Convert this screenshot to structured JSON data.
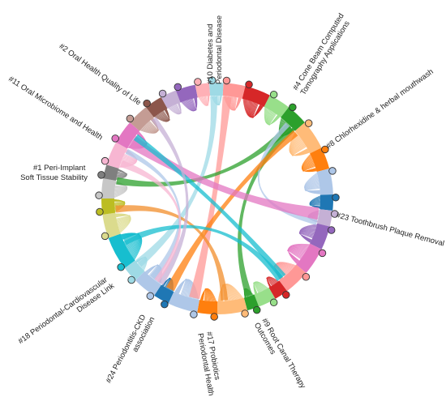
{
  "diagram": {
    "type": "chord",
    "labels": [
      {
        "id": "diabetes",
        "lines": [
          "#10 Diabetes and",
          "Periodontal Disease"
        ],
        "color": "#e8434f"
      },
      {
        "id": "cbct",
        "lines": [
          "#4 Cone Beam Computed",
          "Tomography Applications"
        ],
        "color": "#2ca02c"
      },
      {
        "id": "chlorhex",
        "lines": [
          "#8 Chlorhexidine & herbal mouthwash"
        ],
        "color": "#ff7f0e"
      },
      {
        "id": "toothbrush",
        "lines": [
          "#23 Toothbrush Plaque Removal"
        ],
        "color": "#9467bd"
      },
      {
        "id": "rootcanal",
        "lines": [
          "#9 Root Canal Therapy",
          "Outcomes"
        ],
        "color": "#f28e2b"
      },
      {
        "id": "probiotics",
        "lines": [
          "#17 Probiotics",
          "Periodontal Health"
        ],
        "color": "#aec7e8"
      },
      {
        "id": "ckd",
        "lines": [
          "#24 Periodontitis-CKD",
          "association"
        ],
        "color": "#1f77b4"
      },
      {
        "id": "cardio",
        "lines": [
          "#18 Periodontal-Cardiovascular",
          "Disease Link"
        ],
        "color": "#17becf"
      },
      {
        "id": "implant",
        "lines": [
          "#1 Peri-Implant",
          "Soft Tissue Stability"
        ],
        "color": "#7f7f7f"
      },
      {
        "id": "microbiome",
        "lines": [
          "#11 Oral Microbiome and Health"
        ],
        "color": "#e377c2"
      },
      {
        "id": "qol",
        "lines": [
          "#2 Oral Health Quality of Life"
        ],
        "color": "#8c564b"
      }
    ],
    "arcs": [
      {
        "from": 3,
        "to": 14,
        "color": "#ff9896"
      },
      {
        "from": 14,
        "to": 27,
        "color": "#d62728"
      },
      {
        "from": 27,
        "to": 38,
        "color": "#98df8a"
      },
      {
        "from": 38,
        "to": 49,
        "color": "#2ca02c"
      },
      {
        "from": 49,
        "to": 64,
        "color": "#ffbb78"
      },
      {
        "from": 64,
        "to": 75,
        "color": "#ff7f0e"
      },
      {
        "from": 75,
        "to": 88,
        "color": "#aec7e8"
      },
      {
        "from": 88,
        "to": 96,
        "color": "#1f77b4"
      },
      {
        "from": 96,
        "to": 104,
        "color": "#c5b0d5"
      },
      {
        "from": 104,
        "to": 116,
        "color": "#9467bd"
      },
      {
        "from": 116,
        "to": 130,
        "color": "#e377c2"
      },
      {
        "from": 130,
        "to": 143,
        "color": "#ff9896"
      },
      {
        "from": 143,
        "to": 150,
        "color": "#d62728"
      },
      {
        "from": 150,
        "to": 159,
        "color": "#98df8a"
      },
      {
        "from": 159,
        "to": 165,
        "color": "#2ca02c"
      },
      {
        "from": 165,
        "to": 180,
        "color": "#ffbb78"
      },
      {
        "from": 180,
        "to": 190,
        "color": "#ff7f0e"
      },
      {
        "from": 190,
        "to": 205,
        "color": "#aec7e8"
      },
      {
        "from": 205,
        "to": 213,
        "color": "#1f77b4"
      },
      {
        "from": 213,
        "to": 225,
        "color": "#aec7e8"
      },
      {
        "from": 225,
        "to": 233,
        "color": "#9edae5"
      },
      {
        "from": 233,
        "to": 250,
        "color": "#17becf"
      },
      {
        "from": 250,
        "to": 262,
        "color": "#dbdb8d"
      },
      {
        "from": 262,
        "to": 270,
        "color": "#bcbd22"
      },
      {
        "from": 270,
        "to": 280,
        "color": "#c7c7c7"
      },
      {
        "from": 280,
        "to": 287,
        "color": "#7f7f7f"
      },
      {
        "from": 287,
        "to": 299,
        "color": "#f7b6d2"
      },
      {
        "from": 299,
        "to": 311,
        "color": "#e377c2"
      },
      {
        "from": 311,
        "to": 322,
        "color": "#c49c94"
      },
      {
        "from": 322,
        "to": 331,
        "color": "#8c564b"
      },
      {
        "from": 331,
        "to": 339,
        "color": "#c5b0d5"
      },
      {
        "from": 339,
        "to": 349,
        "color": "#9467bd"
      },
      {
        "from": 349,
        "to": 356,
        "color": "#ffb0b6"
      },
      {
        "from": 356,
        "to": 363,
        "color": "#9edae5"
      }
    ],
    "ribbons": [
      {
        "a1": 3,
        "a2": 8,
        "b1": 190,
        "b2": 196,
        "color": "#ff9896"
      },
      {
        "a1": 356,
        "a2": 360,
        "b1": 228,
        "b2": 233,
        "color": "#9edae5"
      },
      {
        "a1": 43,
        "a2": 47,
        "b1": 278,
        "b2": 282,
        "color": "#2ca02c"
      },
      {
        "a1": 45,
        "a2": 49,
        "b1": 160,
        "b2": 164,
        "color": "#2ca02c"
      },
      {
        "a1": 42,
        "a2": 45,
        "b1": 102,
        "b2": 105,
        "color": "#aec7e8"
      },
      {
        "a1": 48,
        "a2": 52,
        "b1": 205,
        "b2": 210,
        "color": "#ff7f0e"
      },
      {
        "a1": 95,
        "a2": 102,
        "b1": 300,
        "b2": 307,
        "color": "#e377c2"
      },
      {
        "a1": 262,
        "a2": 266,
        "b1": 174,
        "b2": 178,
        "color": "#f28e2b"
      },
      {
        "a1": 305,
        "a2": 309,
        "b1": 138,
        "b2": 142,
        "color": "#17becf"
      },
      {
        "a1": 296,
        "a2": 299,
        "b1": 217,
        "b2": 221,
        "color": "#aec7e8"
      },
      {
        "a1": 243,
        "a2": 247,
        "b1": 140,
        "b2": 144,
        "color": "#17becf"
      },
      {
        "a1": 320,
        "a2": 323,
        "b1": 212,
        "b2": 216,
        "color": "#c5b0d5"
      },
      {
        "a1": 288,
        "a2": 292,
        "b1": 215,
        "b2": 218,
        "color": "#f7b6d2"
      }
    ]
  }
}
